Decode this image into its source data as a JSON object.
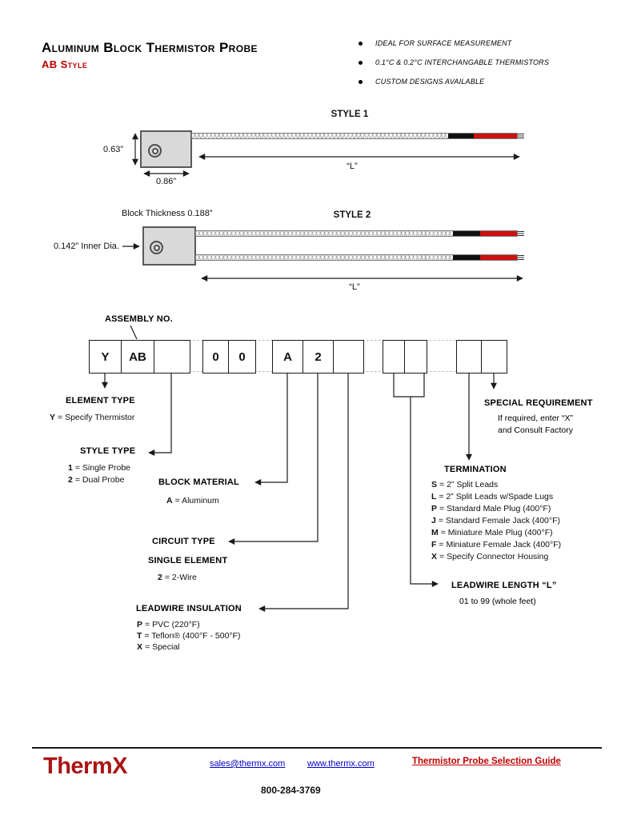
{
  "header": {
    "title": "Aluminum Block Thermistor Probe",
    "subtitle": "AB Style",
    "bullets": [
      "IDEAL FOR SURFACE MEASUREMENT",
      "0.1°C & 0.2°C INTERCHANGABLE THERMISTORS",
      "CUSTOM DESIGNS AVAILABLE"
    ]
  },
  "style1": {
    "label": "STYLE 1",
    "height_dim": "0.63”",
    "width_dim": "0.86”",
    "length_label": "“L”"
  },
  "style2": {
    "label": "STYLE 2",
    "block_thickness": "Block Thickness 0.188”",
    "inner_dia": "0.142” Inner Dia.",
    "length_label": "“L”"
  },
  "assembly": {
    "label": "ASSEMBLY NO.",
    "cells": {
      "g1": [
        "Y",
        "AB",
        ""
      ],
      "g2": [
        "0",
        "0"
      ],
      "g3": [
        "A",
        "2",
        ""
      ],
      "g4": [
        "",
        ""
      ],
      "g5": [
        "",
        ""
      ]
    }
  },
  "legend": {
    "element_type": {
      "title": "ELEMENT TYPE",
      "items": [
        {
          "k": "Y",
          "v": "= Specify Thermistor"
        }
      ]
    },
    "style_type": {
      "title": "STYLE TYPE",
      "items": [
        {
          "k": "1",
          "v": "= Single Probe"
        },
        {
          "k": "2",
          "v": "= Dual Probe"
        }
      ]
    },
    "block_material": {
      "title": "BLOCK  MATERIAL",
      "items": [
        {
          "k": "A",
          "v": "= Aluminum"
        }
      ]
    },
    "circuit_type": {
      "title": "CIRCUIT TYPE",
      "subtitle": "SINGLE ELEMENT",
      "items": [
        {
          "k": "2",
          "v": "= 2-Wire"
        }
      ]
    },
    "leadwire_insulation": {
      "title": "LEADWIRE INSULATION",
      "items": [
        {
          "k": "P",
          "v": "= PVC (220°F)"
        },
        {
          "k": "T",
          "v": "= Teflon® (400°F - 500°F)"
        },
        {
          "k": "X",
          "v": "= Special"
        }
      ]
    },
    "special_requirement": {
      "title": "SPECIAL REQUIREMENT",
      "line1": "If required, enter “X”",
      "line2": "and Consult Factory"
    },
    "termination": {
      "title": "TERMINATION",
      "items": [
        {
          "k": "S",
          "v": "= 2” Split Leads"
        },
        {
          "k": "L",
          "v": "= 2” Split Leads w/Spade Lugs"
        },
        {
          "k": "P",
          "v": "= Standard Male Plug (400°F)"
        },
        {
          "k": "J",
          "v": "= Standard Female Jack (400°F)"
        },
        {
          "k": "M",
          "v": "= Miniature Male Plug (400°F)"
        },
        {
          "k": "F",
          "v": "= Miniature Female Jack (400°F)"
        },
        {
          "k": "X",
          "v": "= Specify Connector Housing"
        }
      ]
    },
    "leadwire_length": {
      "title": "LEADWIRE LENGTH “L”",
      "line1": "01 to 99 (whole feet)"
    }
  },
  "footer": {
    "logo": "ThermX",
    "email": "sales@thermx.com",
    "website": "www.thermx.com",
    "guide": "Thermistor Probe Selection Guide",
    "phone": "800-284-3769"
  },
  "colors": {
    "accent_red": "#C00000",
    "logo_red": "#AA1414",
    "link_blue": "#0000C8",
    "wire_red": "#CC1111"
  }
}
